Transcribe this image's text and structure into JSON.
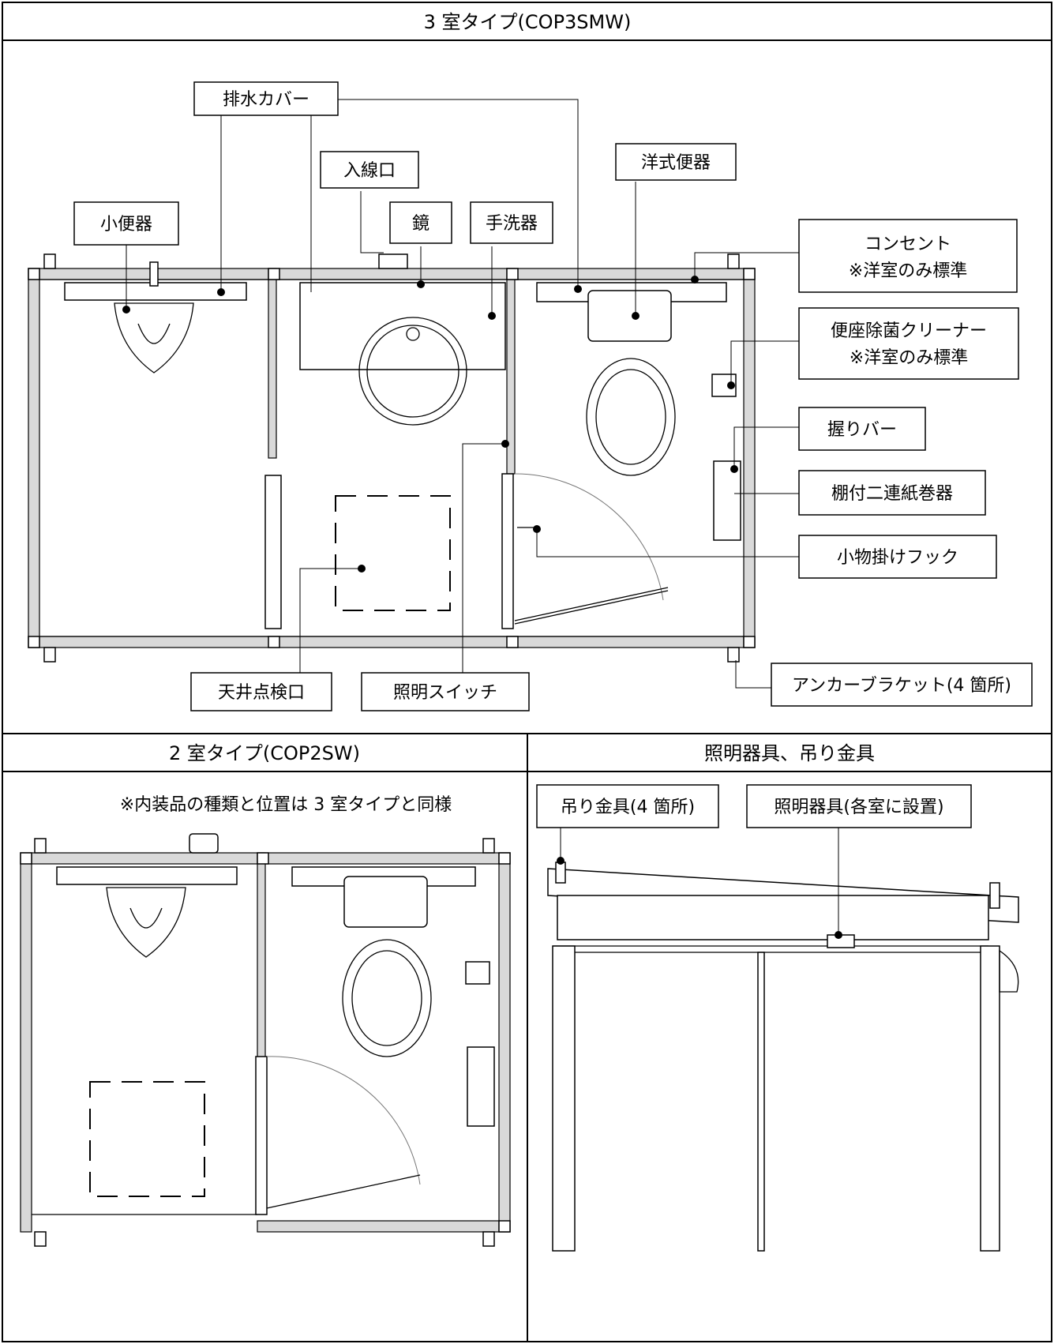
{
  "sections": {
    "three_room": "3 室タイプ(COP3SMW)",
    "two_room": "2 室タイプ(COP2SW)",
    "fixtures": "照明器具、吊り金具"
  },
  "three_room_labels": {
    "drain_cover": "排水カバー",
    "wire_inlet": "入線口",
    "western_toilet": "洋式便器",
    "mirror": "鏡",
    "hand_washer": "手洗器",
    "urinal": "小便器",
    "outlet_1": "コンセント",
    "outlet_2": "※洋室のみ標準",
    "seat_cleaner_1": "便座除菌クリーナー",
    "seat_cleaner_2": "※洋室のみ標準",
    "grab_bar": "握りバー",
    "paper_holder": "棚付二連紙巻器",
    "hook": "小物掛けフック",
    "ceiling_hatch": "天井点検口",
    "light_switch": "照明スイッチ",
    "anchor_bracket": "アンカーブラケット(4 箇所)"
  },
  "two_room_note": "※内装品の種類と位置は 3 室タイプと同様",
  "fixture_labels": {
    "hanging_bracket": "吊り金具(4 箇所)",
    "light_fixture": "照明器具(各室に設置)"
  },
  "colors": {
    "line": "#000000",
    "wall_fill": "#d9d9d9",
    "background": "#ffffff"
  }
}
